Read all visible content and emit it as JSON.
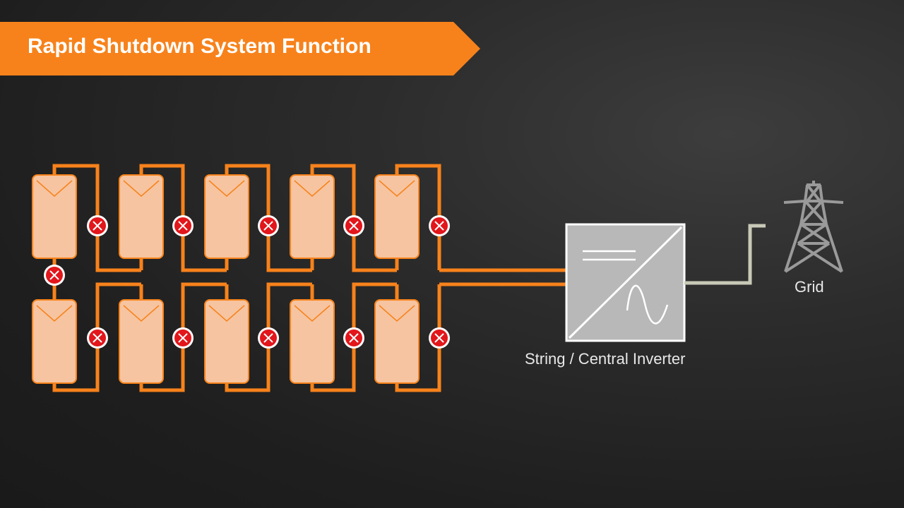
{
  "title": "Rapid Shutdown System Function",
  "inverter_label": "String / Central Inverter",
  "grid_label": "Grid",
  "colors": {
    "accent_orange": "#f7821b",
    "wire_orange": "#f7821b",
    "panel_fill": "#f6c4a0",
    "panel_stroke": "#f7821b",
    "shutdown_red": "#e2161b",
    "inverter_fill": "#b8b8b8",
    "grid_gray": "#9a9a9a",
    "ac_wire": "#c9c9b8"
  },
  "icons": {
    "shutdown_device": "x-circle-icon",
    "panel": "solar-panel-icon",
    "inverter": "inverter-icon",
    "grid": "power-tower-icon"
  }
}
